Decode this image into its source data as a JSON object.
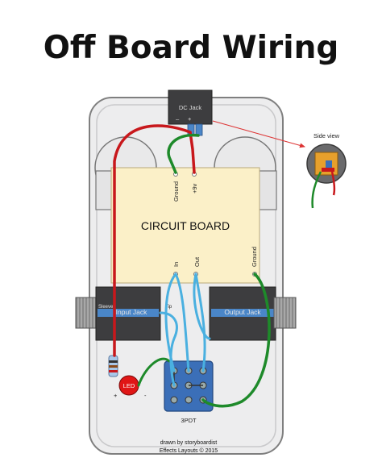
{
  "title": "Off Board Wiring",
  "dc_jack": {
    "label": "DC Jack",
    "minus": "–",
    "plus": "+"
  },
  "side_view": {
    "label": "Side view"
  },
  "circuit_board": {
    "label": "CIRCUIT BOARD",
    "pads": {
      "ground_top": "Ground",
      "power": "+9v",
      "input": "In",
      "output": "Out",
      "ground_right": "Ground"
    }
  },
  "input_jack": {
    "label": "Input Jack",
    "sleeve": "Sleeve",
    "tip": "Tip"
  },
  "output_jack": {
    "label": "Output Jack"
  },
  "led": {
    "label": "LED",
    "plus": "+",
    "minus": "-"
  },
  "switch": {
    "label": "3PDT"
  },
  "credits": {
    "line1": "drawn by storyboardist",
    "line2": "Effects Layouts © 2015"
  },
  "colors": {
    "enclosure": "#ededee",
    "board": "#fbf0c8",
    "jack_body": "#3d3d3f",
    "wire_red": "#c8181c",
    "wire_green": "#1e8a2a",
    "wire_blue": "#4ab0e0",
    "switch_blue": "#3b6fb8",
    "led_red": "#e01616"
  }
}
